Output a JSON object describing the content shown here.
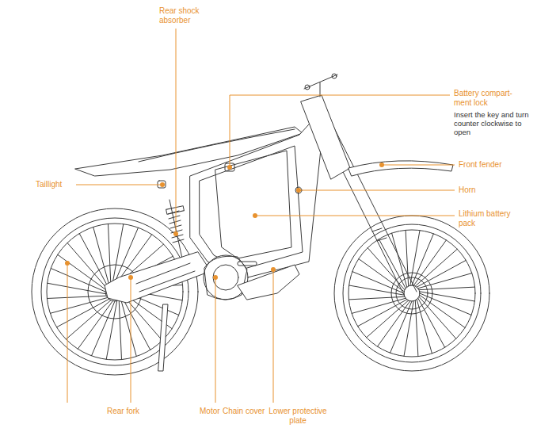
{
  "diagram": {
    "labels": [
      "Rear shock absorber",
      "Battery compart- ment lock",
      "Insert the key and turn counter clockwise to open",
      "Front fender",
      "Horn",
      "Lithium battery pack",
      "Taillight",
      "Rear fork",
      "Motor",
      "Chain cover",
      "Lower protective plate"
    ]
  }
}
